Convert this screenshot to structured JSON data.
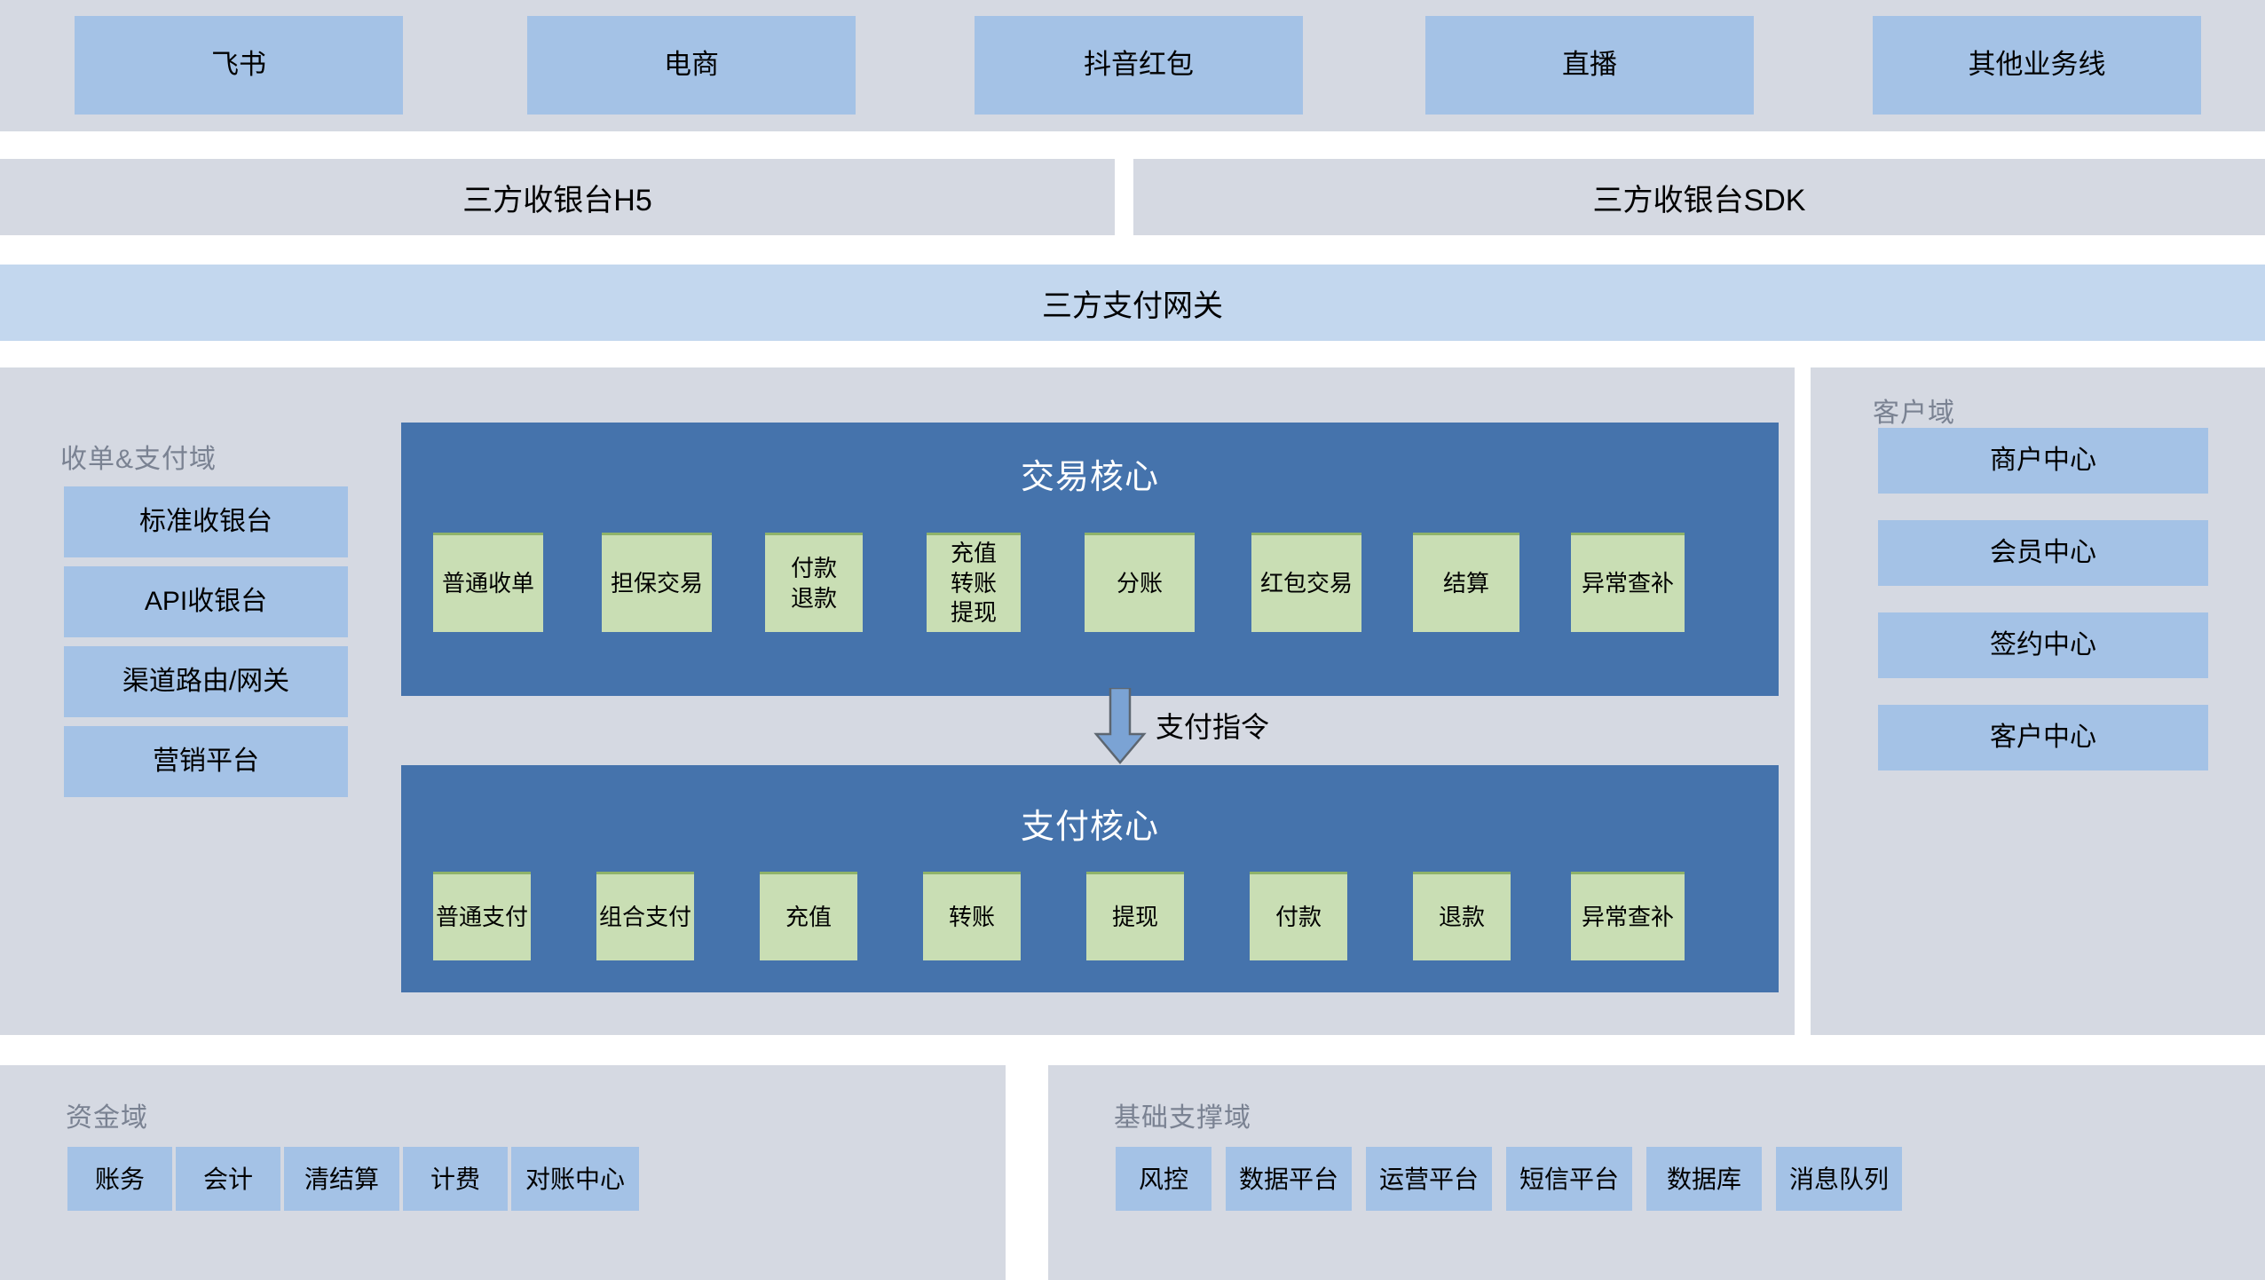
{
  "business_lines": {
    "items": [
      {
        "label": "飞书"
      },
      {
        "label": "电商"
      },
      {
        "label": "抖音红包"
      },
      {
        "label": "直播"
      },
      {
        "label": "其他业务线"
      }
    ]
  },
  "cashier_bars": {
    "h5": "三方收银台H5",
    "sdk": "三方收银台SDK"
  },
  "gateway": {
    "label": "三方支付网关"
  },
  "payment_domain": {
    "title": "收单&支付域",
    "side_items": [
      {
        "label": "标准收银台"
      },
      {
        "label": "API收银台"
      },
      {
        "label": "渠道路由/网关"
      },
      {
        "label": "营销平台"
      }
    ],
    "trade_core": {
      "title": "交易核心",
      "items": [
        {
          "label": "普通收单"
        },
        {
          "label": "担保交易"
        },
        {
          "label": "付款\n退款"
        },
        {
          "label": "充值\n转账\n提现"
        },
        {
          "label": "分账"
        },
        {
          "label": "红包交易"
        },
        {
          "label": "结算"
        },
        {
          "label": "异常查补"
        }
      ]
    },
    "flow_arrow_label": "支付指令",
    "pay_core": {
      "title": "支付核心",
      "items": [
        {
          "label": "普通支付"
        },
        {
          "label": "组合支付"
        },
        {
          "label": "充值"
        },
        {
          "label": "转账"
        },
        {
          "label": "提现"
        },
        {
          "label": "付款"
        },
        {
          "label": "退款"
        },
        {
          "label": "异常查补"
        }
      ]
    }
  },
  "customer_domain": {
    "title": "客户域",
    "items": [
      {
        "label": "商户中心"
      },
      {
        "label": "会员中心"
      },
      {
        "label": "签约中心"
      },
      {
        "label": "客户中心"
      }
    ]
  },
  "fund_domain": {
    "title": "资金域",
    "items": [
      {
        "label": "账务"
      },
      {
        "label": "会计"
      },
      {
        "label": "清结算"
      },
      {
        "label": "计费"
      },
      {
        "label": "对账中心"
      }
    ]
  },
  "infra_domain": {
    "title": "基础支撑域",
    "items": [
      {
        "label": "风控"
      },
      {
        "label": "数据平台"
      },
      {
        "label": "运营平台"
      },
      {
        "label": "短信平台"
      },
      {
        "label": "数据库"
      },
      {
        "label": "消息队列"
      }
    ]
  },
  "colors": {
    "panel_gray": "#D5D9E2",
    "light_blue_box": "#A4C2E6",
    "gateway_blue": "#C3D7EE",
    "core_blue": "#4573AC",
    "green_box": "#C9DEB4",
    "label_gray": "#7A8292"
  }
}
